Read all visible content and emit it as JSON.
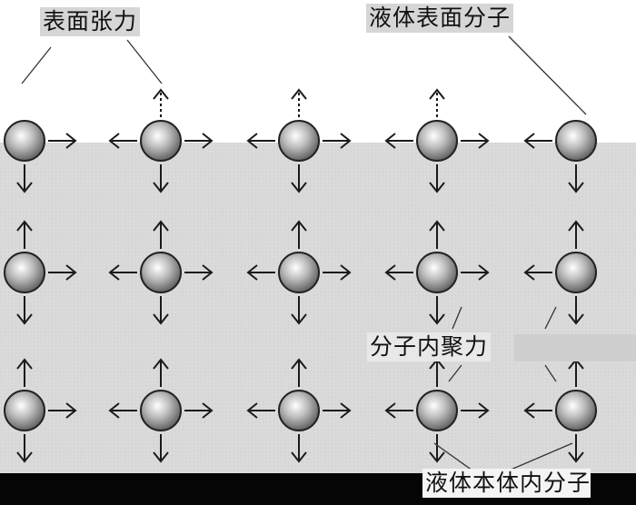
{
  "labels": {
    "surface_tension": "表面张力",
    "surface_molecule": "液体表面分子",
    "cohesion": "分子内聚力",
    "bulk_molecule": "液体本体内分子"
  },
  "colors": {
    "liquid": "#d9d9d9",
    "arrow": "#1a1a1a",
    "molecule_edge": "#222222",
    "bottom_bar": "#050505"
  },
  "grid": {
    "rows": 3,
    "cols": 5
  }
}
